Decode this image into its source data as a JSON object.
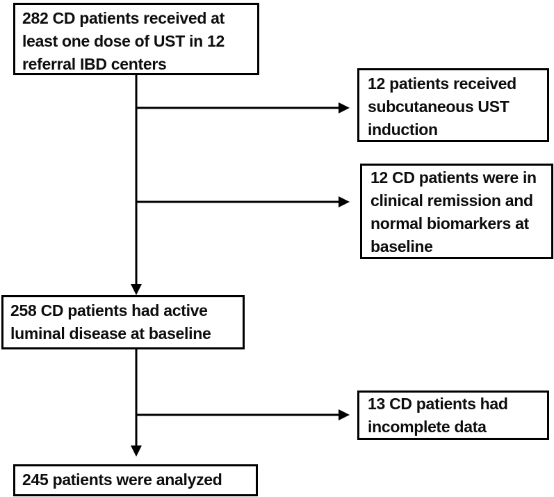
{
  "figure": {
    "background_color": "#ffffff",
    "line_color": "#000000",
    "text_color": "#0d0d0d",
    "boxes": {
      "enrolled": "282 CD patients received at\nleast one dose of UST in 12\nreferral IBD centers",
      "sc_induction": "12 patients received\nsubcutaneous UST\ninduction",
      "remission": "12 CD patients were in\nclinical remission and\nnormal biomarkers at\nbaseline",
      "active_luminal": "258 CD patients had active\nluminal disease at baseline",
      "incomplete_data": "13 CD patients had\nincomplete data",
      "analyzed": "245 patients were analyzed"
    },
    "edges": [
      {
        "from": "enrolled",
        "to": "sc_induction"
      },
      {
        "from": "enrolled",
        "to": "remission"
      },
      {
        "from": "enrolled",
        "to": "active_luminal"
      },
      {
        "from": "active_luminal",
        "to": "incomplete_data"
      },
      {
        "from": "active_luminal",
        "to": "analyzed"
      }
    ]
  }
}
